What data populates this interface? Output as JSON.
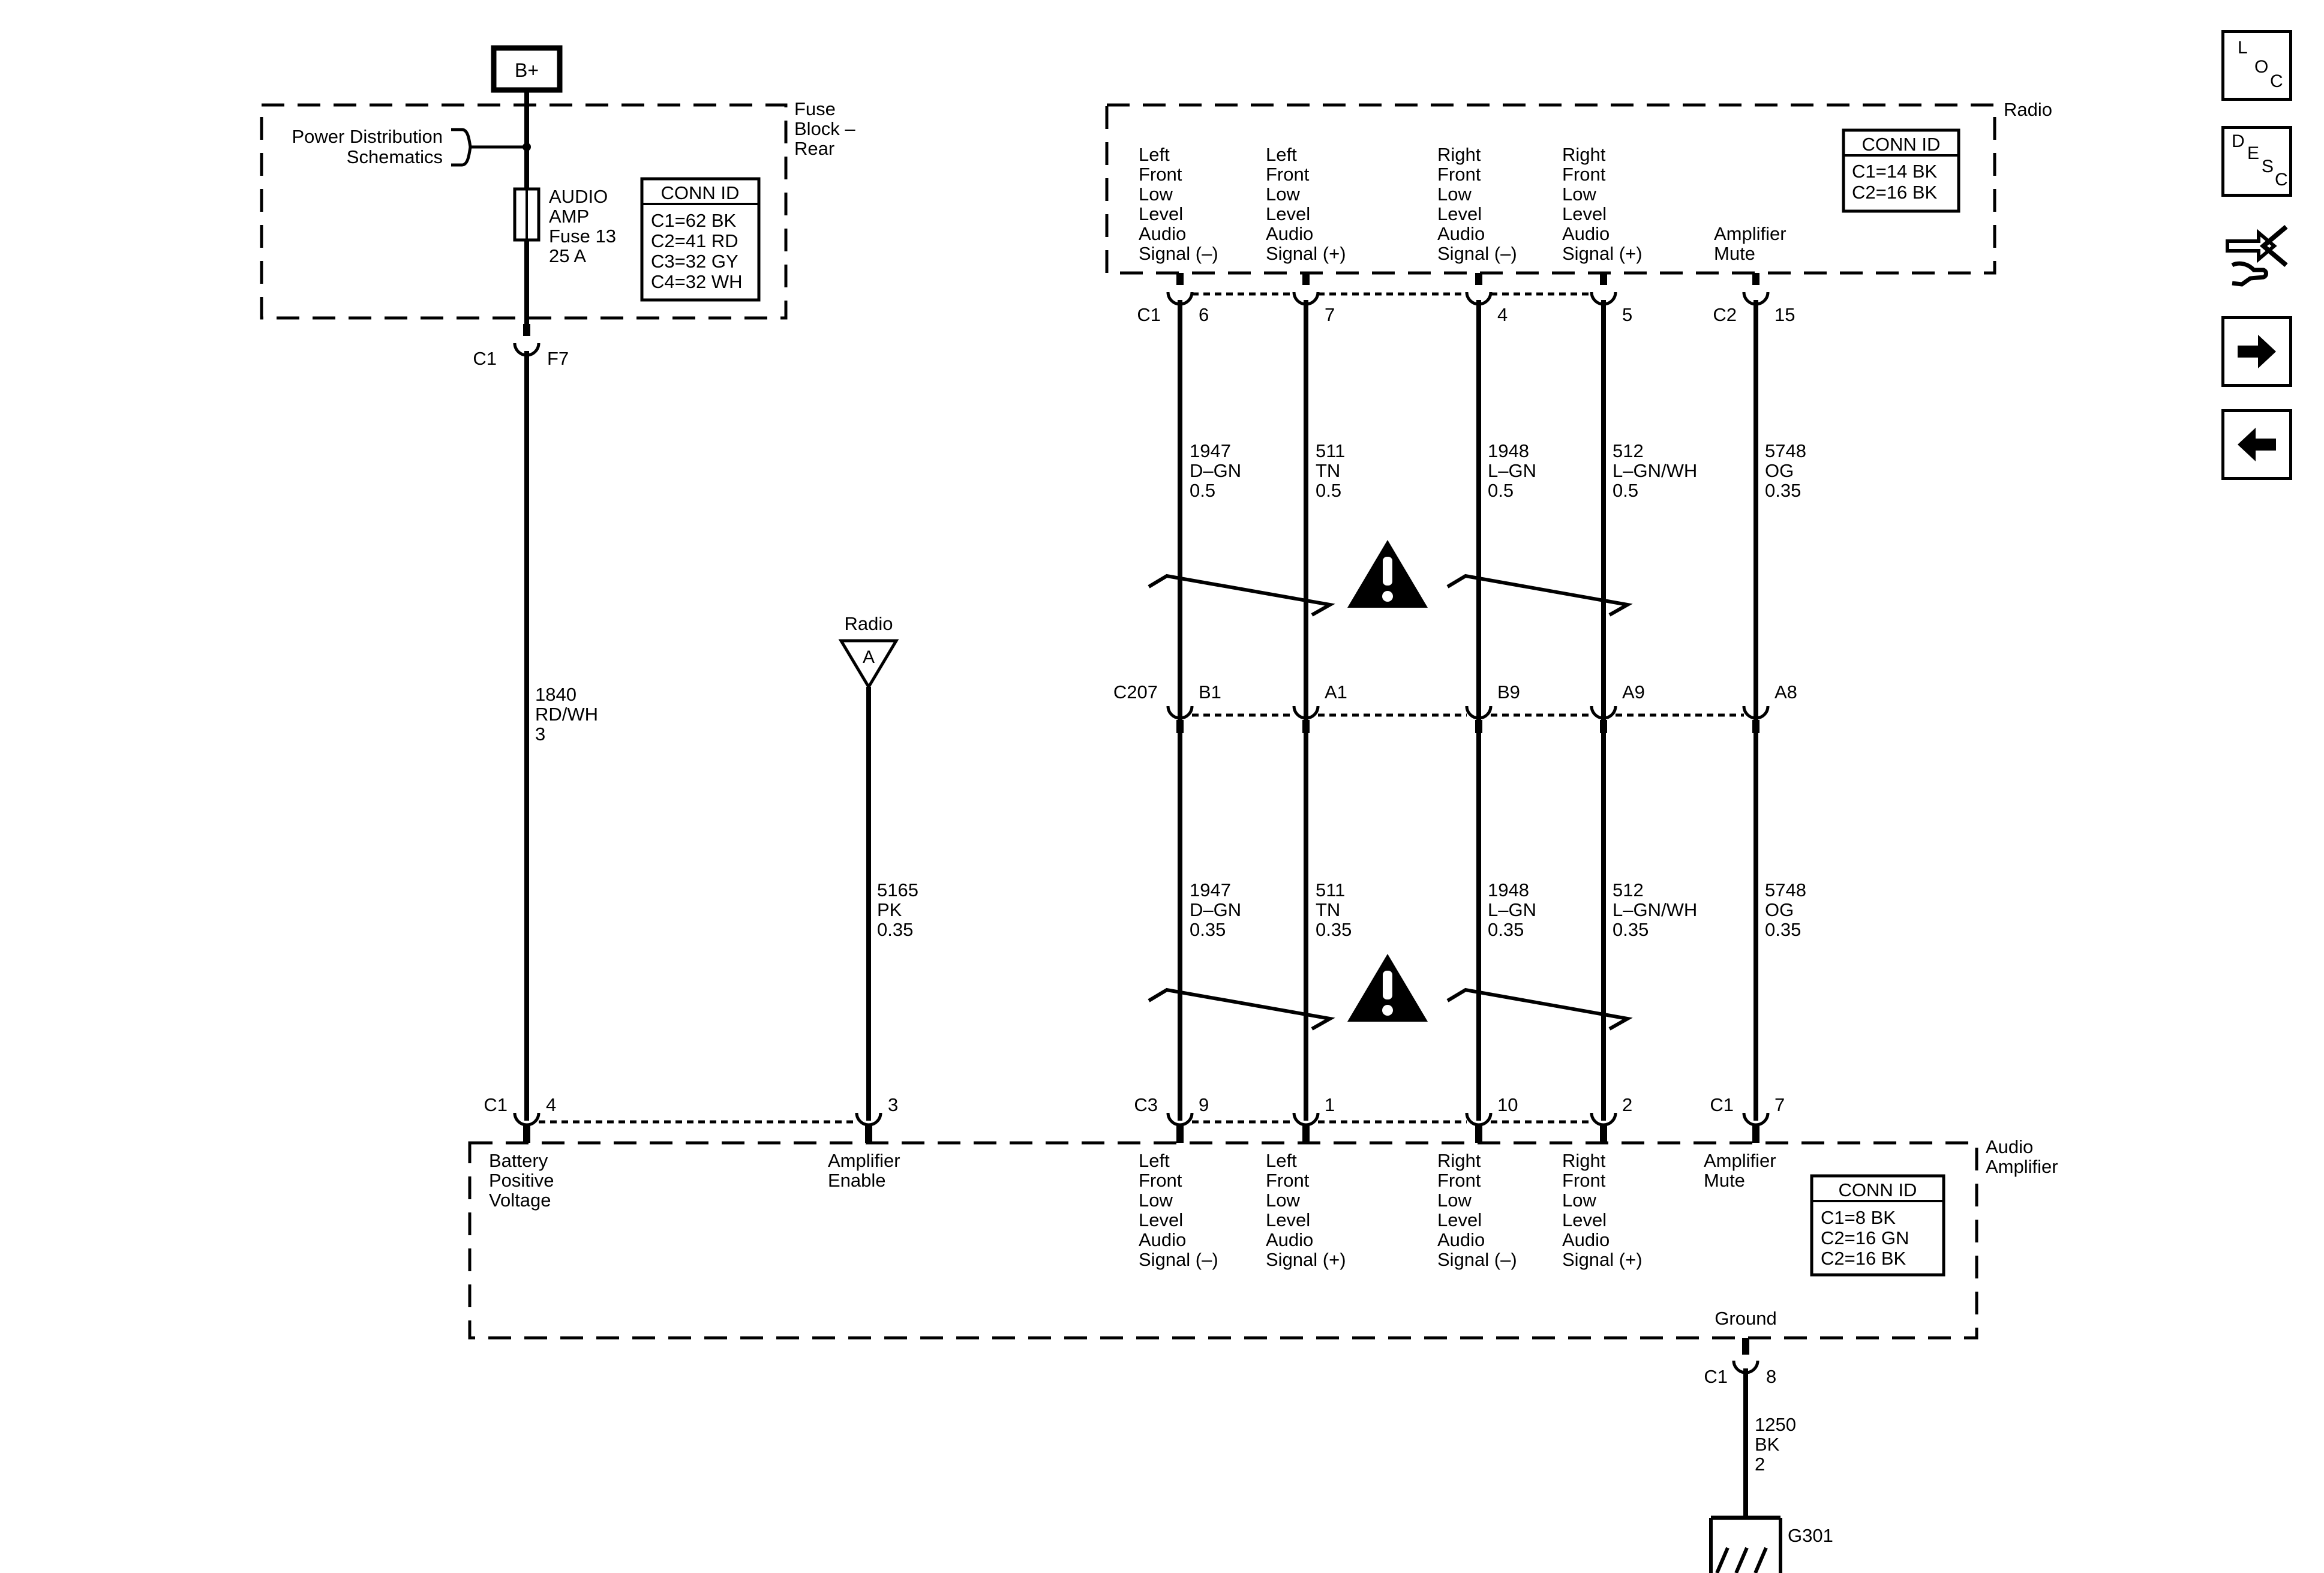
{
  "battery_label": "B+",
  "fuse_block": {
    "name": [
      "Fuse",
      "Block –",
      "Rear"
    ],
    "link_text": [
      "Power Distribution",
      "Schematics"
    ],
    "fuse_label": [
      "AUDIO",
      "AMP",
      "Fuse 13",
      "25 A"
    ],
    "conn_id": {
      "title": "CONN ID",
      "rows": [
        "C1=62 BK",
        "C2=41 RD",
        "C3=32 GY",
        "C4=32 WH"
      ]
    },
    "out_conn": "C1",
    "out_pin": "F7"
  },
  "radio": {
    "name": "Radio",
    "conn_id": {
      "title": "CONN ID",
      "rows": [
        "C1=14 BK",
        "C2=16 BK"
      ]
    },
    "signals": [
      [
        "Left",
        "Front",
        "Low",
        "Level",
        "Audio",
        "Signal (–)"
      ],
      [
        "Left",
        "Front",
        "Low",
        "Level",
        "Audio",
        "Signal (+)"
      ],
      [
        "Right",
        "Front",
        "Low",
        "Level",
        "Audio",
        "Signal (–)"
      ],
      [
        "Right",
        "Front",
        "Low",
        "Level",
        "Audio",
        "Signal (+)"
      ],
      [
        "Amplifier",
        "Mute"
      ]
    ],
    "conn_labels": [
      "C1",
      "C2"
    ],
    "pins": [
      "6",
      "7",
      "4",
      "5",
      "15"
    ]
  },
  "inline_connector": {
    "name": "C207",
    "pins": [
      "B1",
      "A1",
      "B9",
      "A9",
      "A8"
    ]
  },
  "upper_wires": [
    [
      "1947",
      "D–GN",
      "0.5"
    ],
    [
      "511",
      "TN",
      "0.5"
    ],
    [
      "1948",
      "L–GN",
      "0.5"
    ],
    [
      "512",
      "L–GN/WH",
      "0.5"
    ],
    [
      "5748",
      "OG",
      "0.35"
    ]
  ],
  "lower_wires": [
    [
      "1947",
      "D–GN",
      "0.35"
    ],
    [
      "511",
      "TN",
      "0.35"
    ],
    [
      "1948",
      "L–GN",
      "0.35"
    ],
    [
      "512",
      "L–GN/WH",
      "0.35"
    ],
    [
      "5748",
      "OG",
      "0.35"
    ]
  ],
  "battery_wire": [
    "1840",
    "RD/WH",
    "3"
  ],
  "enable_wire": [
    "5165",
    "PK",
    "0.35"
  ],
  "offpage": {
    "title": "Radio",
    "letter": "A"
  },
  "amplifier": {
    "name": [
      "Audio",
      "Amplifier"
    ],
    "conn_id": {
      "title": "CONN ID",
      "rows": [
        "C1=8 BK",
        "C2=16 GN",
        "C2=16 BK"
      ]
    },
    "signals": [
      [
        "Battery",
        "Positive",
        "Voltage"
      ],
      [
        "Amplifier",
        "Enable"
      ],
      [
        "Left",
        "Front",
        "Low",
        "Level",
        "Audio",
        "Signal (–)"
      ],
      [
        "Left",
        "Front",
        "Low",
        "Level",
        "Audio",
        "Signal (+)"
      ],
      [
        "Right",
        "Front",
        "Low",
        "Level",
        "Audio",
        "Signal (–)"
      ],
      [
        "Right",
        "Front",
        "Low",
        "Level",
        "Audio",
        "Signal (+)"
      ],
      [
        "Amplifier",
        "Mute"
      ]
    ],
    "conn_labels": [
      "C1",
      "C3",
      "C1"
    ],
    "pins": [
      "4",
      "3",
      "9",
      "1",
      "10",
      "2",
      "7"
    ],
    "ground_label": "Ground",
    "ground_conn": "C1",
    "ground_pin": "8"
  },
  "ground_wire": [
    "1250",
    "BK",
    "2"
  ],
  "ground_point": "G301",
  "nav": {
    "loc": [
      "L",
      "O",
      "C"
    ],
    "desc": [
      "D",
      "E",
      "S",
      "C"
    ],
    "icons": [
      "connector-view-icon",
      "next-arrow-icon",
      "previous-arrow-icon"
    ]
  }
}
